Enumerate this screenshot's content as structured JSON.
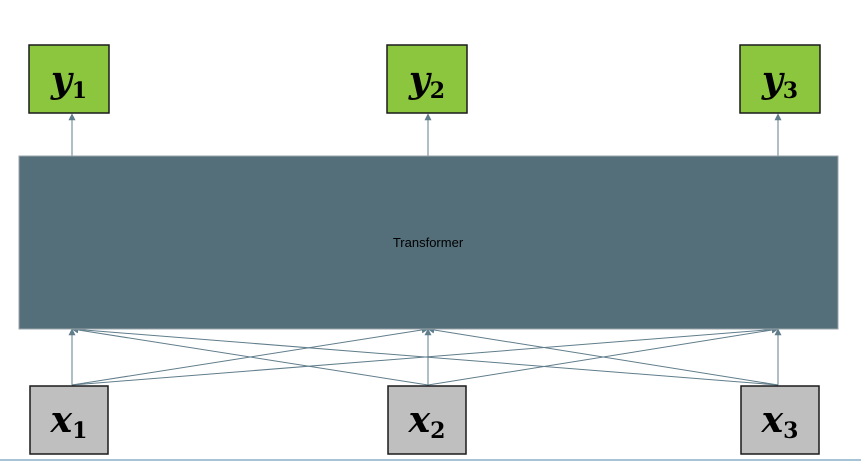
{
  "colors": {
    "output_node": "#8cc63f",
    "input_node": "#bfbfbf",
    "transformer_block": "#546e7a",
    "transformer_border": "#9aa5ab",
    "edge": "#607d8b",
    "baseline": "#a7c4d6"
  },
  "transformer": {
    "label": "Transformer"
  },
  "outputs": [
    {
      "var": "y",
      "sub": "1"
    },
    {
      "var": "y",
      "sub": "2"
    },
    {
      "var": "y",
      "sub": "3"
    }
  ],
  "inputs": [
    {
      "var": "x",
      "sub": "1"
    },
    {
      "var": "x",
      "sub": "2"
    },
    {
      "var": "x",
      "sub": "3"
    }
  ],
  "connections": {
    "input_to_transformer": "all-to-all",
    "transformer_to_output": "one-to-one"
  }
}
